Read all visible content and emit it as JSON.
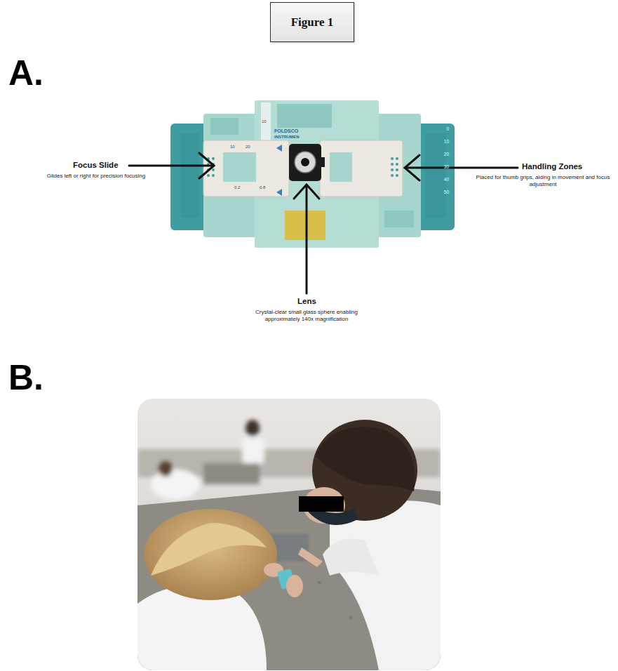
{
  "diagram": {
    "title": "Figure 1",
    "labels": [
      "A.",
      "Focus Slide",
      "Glides left or right for precision focusing",
      "Lens",
      "Crystal-clear small glass sphere enabling approximately 140x magnification",
      "Handling Zones",
      "Placed for thumb grips, aiding in movement and focus adjustment",
      "B.",
      "FOLDSCO",
      "INSTRUMEN",
      "10",
      "10",
      "20",
      "0.2",
      "0.8",
      "0",
      "10",
      "20",
      "30",
      "40",
      "50"
    ]
  }
}
